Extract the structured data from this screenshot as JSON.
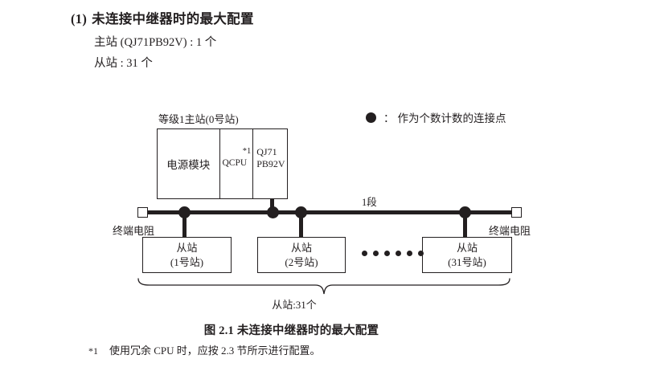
{
  "heading": {
    "number": "(1)",
    "text": "未连接中继器时的最大配置"
  },
  "specs": {
    "master": "主站 (QJ71PB92V) : 1 个",
    "slave": "从站 : 31 个"
  },
  "legend": {
    "symbol": "●",
    "colon": "：",
    "text": "作为个数计数的连接点"
  },
  "diagram": {
    "master_label": "等级1主站(0号站)",
    "rack": {
      "power_module": "电源模块",
      "cpu_module": "QCPU",
      "cpu_footmark": "*1",
      "network_module_line1": "QJ71",
      "network_module_line2": "PB92V"
    },
    "segment_label": "1段",
    "terminator_left_label": "终端电阻",
    "terminator_right_label": "终端电阻",
    "slaves": [
      {
        "title": "从站",
        "station": "(1号站)"
      },
      {
        "title": "从站",
        "station": "(2号站)"
      },
      {
        "title": "从站",
        "station": "(31号站)"
      }
    ],
    "ellipsis_count": 6,
    "brace_label": "从站:31个"
  },
  "caption": "图 2.1  未连接中继器时的最大配置",
  "footnote": {
    "mark": "*1",
    "text": "使用冗余 CPU 时，应按 2.3 节所示进行配置。"
  },
  "colors": {
    "ink": "#231f20",
    "paper": "#ffffff"
  }
}
